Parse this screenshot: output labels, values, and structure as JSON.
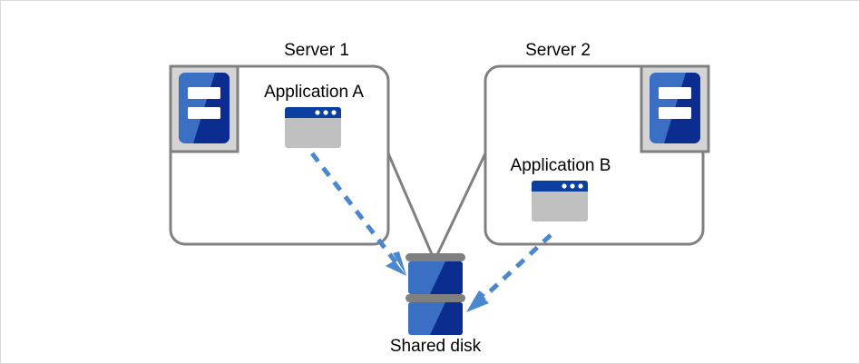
{
  "diagram": {
    "title_server1": "Server 1",
    "title_server2": "Server 2",
    "app_a_label": "Application A",
    "app_b_label": "Application B",
    "shared_disk_label": "Shared disk",
    "colors": {
      "box_border": "#808080",
      "connector_line": "#808080",
      "arrow_dashed": "#4a87ce",
      "server_icon_bg": "#d4d4d4",
      "server_icon_blue_light": "#3b6fc4",
      "server_icon_blue_dark": "#0b2d8f",
      "app_window_titlebar": "#0b3fa0",
      "app_window_body": "#c0c0c0",
      "disk_bar": "#808080",
      "disk_blue_light": "#3b6fc4",
      "disk_blue_dark": "#0b2d8f",
      "outer_border": "#d9d9d9",
      "text": "#000000"
    },
    "icons": {
      "server_icon": "server-rack-icon",
      "app_window_icon": "application-window-icon",
      "disk_icon": "shared-disk-icon",
      "arrow_a": "dashed-arrow-app-a-to-disk",
      "arrow_b": "dashed-arrow-app-b-to-disk"
    }
  }
}
